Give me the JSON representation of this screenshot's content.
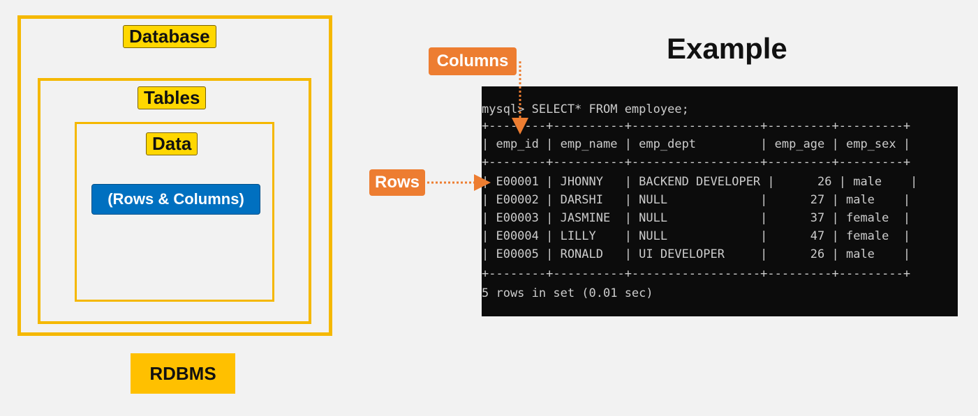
{
  "diagram": {
    "database_label": "Database",
    "tables_label": "Tables",
    "data_label": "Data",
    "rows_columns_label": "(Rows & Columns)",
    "rdbms_label": "RDBMS",
    "colors": {
      "box_border": "#f5b800",
      "label_fill": "#ffd700",
      "rows_columns_fill": "#0070c0",
      "rdbms_fill": "#ffc000",
      "callout_fill": "#ed7d31"
    }
  },
  "example": {
    "title": "Example",
    "columns_callout": "Columns",
    "rows_callout": "Rows",
    "terminal": {
      "prompt": "mysql> SELECT* FROM employee;",
      "border_line": "+--------+----------+------------------+---------+---------+",
      "header_row": "| emp_id | emp_name | emp_dept         | emp_age | emp_sex |",
      "rows": [
        "| E00001 | JHONNY   | BACKEND DEVELOPER |      26 | male    |",
        "| E00002 | DARSHI   | NULL             |      27 | male    |",
        "| E00003 | JASMINE  | NULL             |      37 | female  |",
        "| E00004 | LILLY    | NULL             |      47 | female  |",
        "| E00005 | RONALD   | UI DEVELOPER     |      26 | male    |"
      ],
      "footer": "5 rows in set (0.01 sec)"
    }
  }
}
